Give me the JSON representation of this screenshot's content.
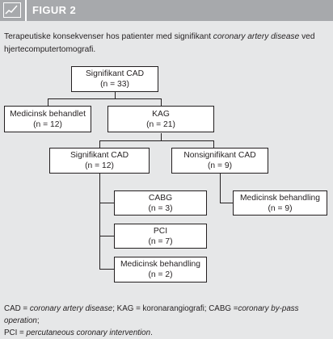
{
  "header": {
    "icon": "line-chart-icon",
    "title": "FIGUR 2"
  },
  "caption": {
    "part1": "Terapeutiske konsekvenser hos patienter med signifikant ",
    "italic": "coronary artery disease",
    "part2": " ved hjertecomputertomografi."
  },
  "nodes": {
    "root": {
      "label": "Signifikant CAD",
      "count": "(n = 33)"
    },
    "medicinsk_behandlet": {
      "label": "Medicinsk behandlet",
      "count": "(n = 12)"
    },
    "kag": {
      "label": "KAG",
      "count": "(n = 21)"
    },
    "signifikant_cad": {
      "label": "Signifikant CAD",
      "count": "(n = 12)"
    },
    "nonsignifikant_cad": {
      "label": "Nonsignifikant CAD",
      "count": "(n = 9)"
    },
    "cabg": {
      "label": "CABG",
      "count": "(n = 3)"
    },
    "pci": {
      "label": "PCI",
      "count": "(n = 7)"
    },
    "medicinsk_behandling_a": {
      "label": "Medicinsk behandling",
      "count": "(n = 2)"
    },
    "medicinsk_behandling_b": {
      "label": "Medicinsk behandling",
      "count": "(n = 9)"
    }
  },
  "footnote": {
    "t1": "CAD = ",
    "i1": "coronary artery disease",
    "t2": "; KAG = koronarangiografi; CABG =",
    "i2": "coronary by-pass operation",
    "t3": ";",
    "t4": "PCI = ",
    "i3": "percutaneous coronary intervention",
    "t5": "."
  }
}
